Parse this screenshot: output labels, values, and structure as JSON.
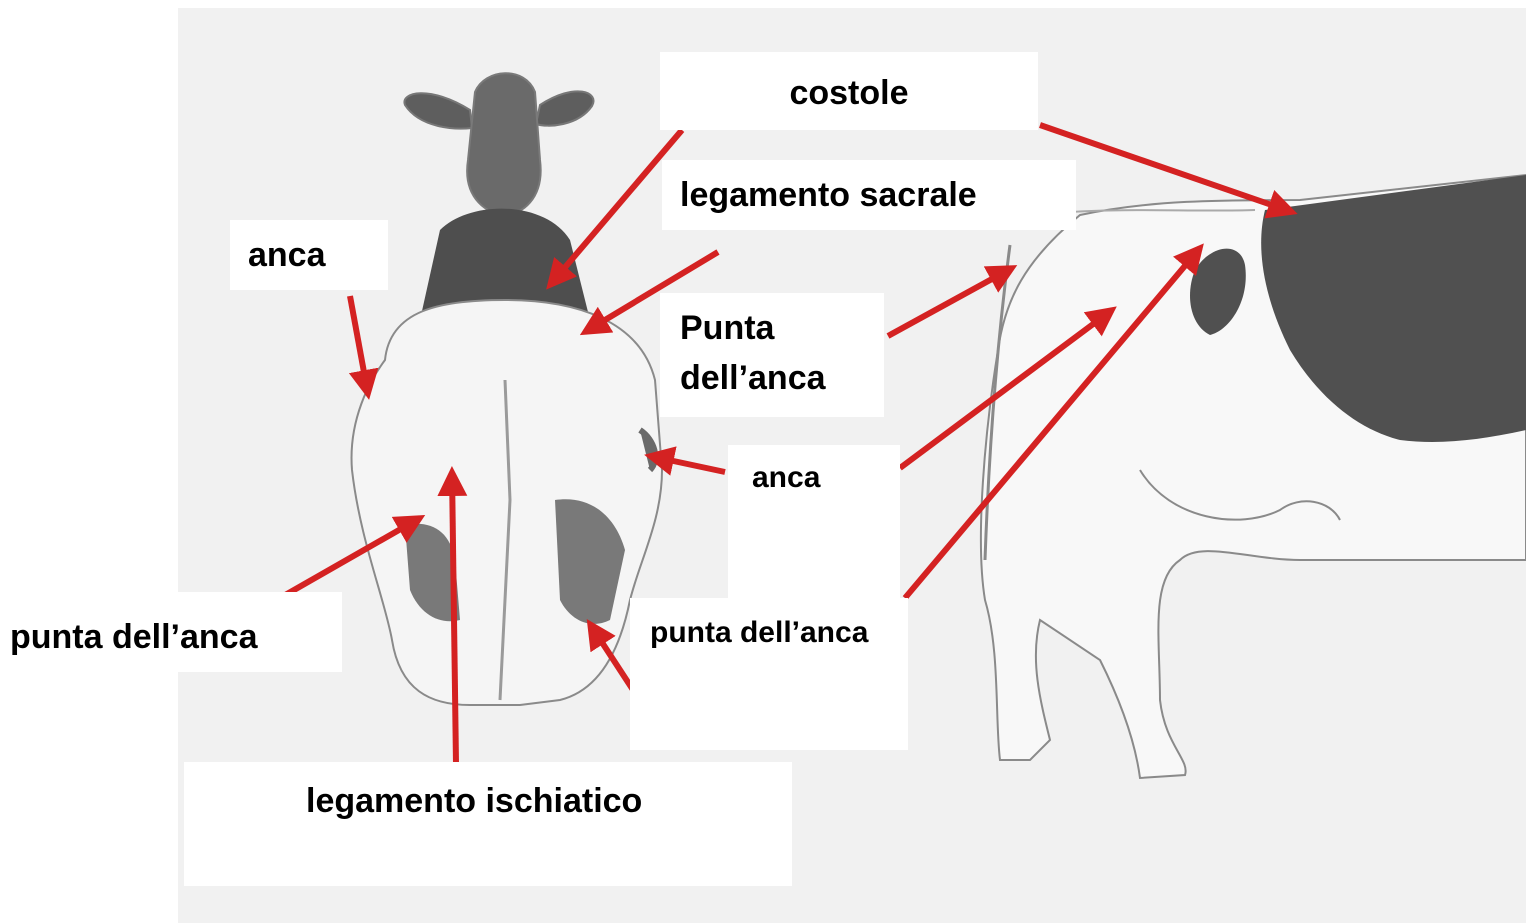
{
  "labels": {
    "costole": "costole",
    "legamento_sacrale": "legamento sacrale",
    "anca_left": "anca",
    "punta_anca_right": "Punta dell’anca",
    "anca_right": "anca",
    "punta_anca_left": "punta dell’anca",
    "punta_anca_bottom_right": "punta dell’anca",
    "legamento_ischiatico": "legamento ischiatico"
  },
  "colors": {
    "arrow": "#d42222",
    "label_background": "#ffffff",
    "image_background": "#f1f1f1",
    "cow_patch": "#505050",
    "cow_outline": "#8a8a8a"
  }
}
